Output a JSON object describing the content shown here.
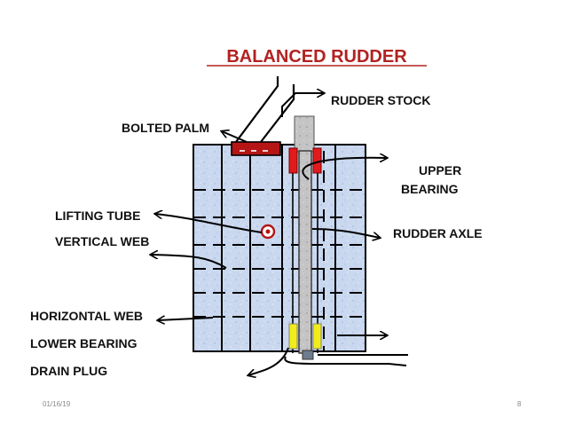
{
  "title": "BALANCED RUDDER",
  "labels": {
    "rudder_stock": "RUDDER STOCK",
    "bolted_palm": "BOLTED PALM",
    "upper_bearing_1": "UPPER",
    "upper_bearing_2": "BEARING",
    "lifting_tube": "LIFTING TUBE",
    "vertical_web": "VERTICAL WEB",
    "rudder_axle": "RUDDER AXLE",
    "horizontal_web": "HORIZONTAL WEB",
    "lower_bearing": "LOWER BEARING",
    "drain_plug": "DRAIN PLUG"
  },
  "footer": {
    "date": "01/16/19",
    "page": "8"
  },
  "colors": {
    "title": "#b22222",
    "rudder_fill": "#c9d8ef",
    "palm": "#b51515",
    "bearing_upper": "#e11b1b",
    "bearing_lower": "#f2ec1c",
    "axle": "#bcbcbc"
  }
}
